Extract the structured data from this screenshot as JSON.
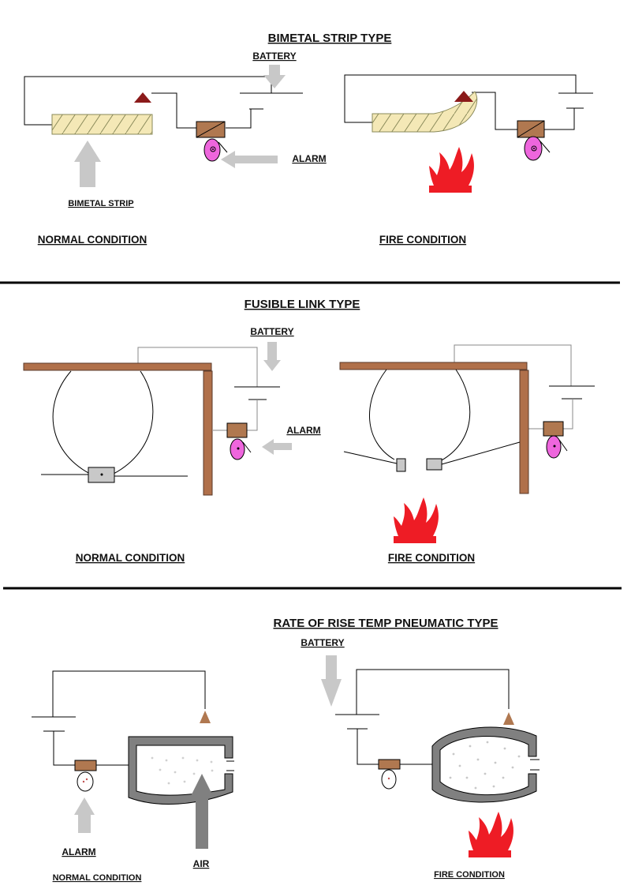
{
  "colors": {
    "strip": "#f4e8b6",
    "strip_stroke": "#8a8a5a",
    "relay": "#b07850",
    "alarm_bell": "#ee66dd",
    "contact": "#8b1a1a",
    "beam": "#b0704a",
    "flame": "#ee1c25",
    "arrow": "#c8c8c8",
    "chamber": "#808080"
  },
  "sections": {
    "bimetal": {
      "title": "BIMETAL STRIP TYPE",
      "battery_label": "BATTERY",
      "alarm_label": "ALARM",
      "strip_label": "BIMETAL STRIP",
      "normal_label": "NORMAL CONDITION",
      "fire_label": "FIRE CONDITION"
    },
    "fusible": {
      "title": "FUSIBLE LINK TYPE",
      "battery_label": "BATTERY",
      "alarm_label": "ALARM",
      "normal_label": "NORMAL CONDITION",
      "fire_label": "FIRE CONDITION"
    },
    "pneumatic": {
      "title": "RATE OF RISE TEMP PNEUMATIC TYPE",
      "battery_label": "BATTERY",
      "alarm_label": "ALARM",
      "air_label": "AIR",
      "normal_label": "NORMAL CONDITION",
      "fire_label": "FIRE CONDITION"
    }
  }
}
